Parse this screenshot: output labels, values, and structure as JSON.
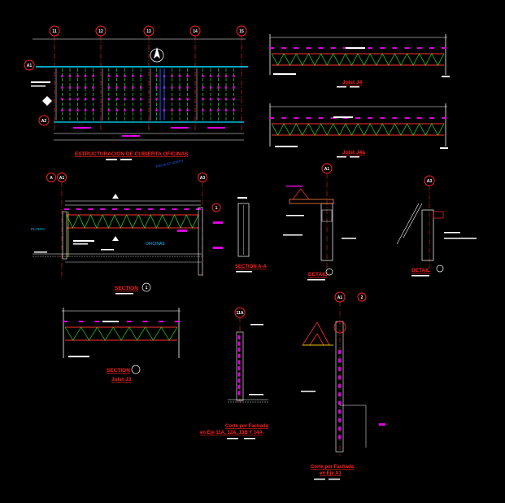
{
  "titles": {
    "plan": "ESTRUCTURACION DE CUBIERTA OFICINAS",
    "joist_a": "Joist J4",
    "joist_b": "Joist J4a",
    "section_main": "SECTION",
    "section_main_num": "1",
    "section_aa": "SECTION A-A",
    "detail_a": "DETAIL",
    "detail_b": "DETAIL",
    "section_small": "SECTION",
    "joist_c": "Joist J3",
    "corte_1_line1": "Corte por Fachada",
    "corte_1_line2": "en Eje 11A, 12A, 13B Y 14A",
    "corte_2_line1": "Corte por Fachada",
    "corte_2_line2": "en Eje A1"
  },
  "labels": {
    "oficinas": "OFICINAS",
    "planta": "PLANTA",
    "project_north": "PROJECT NORTH"
  },
  "axes": {
    "plan_cols": [
      "11",
      "12",
      "13",
      "14",
      "15"
    ],
    "plan_rows": [
      "A1",
      "A2"
    ],
    "section_cols": [
      "A",
      "A1",
      "A3"
    ],
    "detail_a": "A1",
    "detail_b": "A3",
    "corte_1": "11A",
    "corte_2": "A1"
  },
  "colors": {
    "background": "#000000",
    "axis_bubble": "#ff2020",
    "title": "#ff2020",
    "truss_chord": "#ff3030",
    "truss_web": "#20e020",
    "dimension": "#ffffff",
    "tag": "#e000e0",
    "beam": "#00e0ff",
    "yellow": "#ffff00",
    "blue": "#2060ff"
  }
}
